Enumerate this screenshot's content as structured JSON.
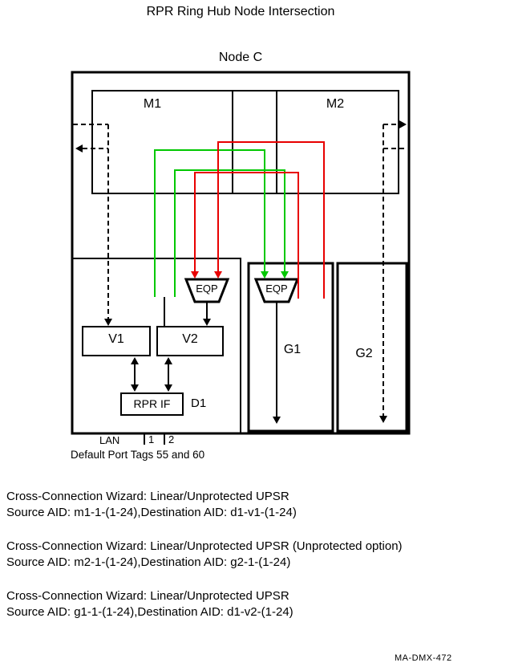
{
  "title": "RPR Ring Hub Node Intersection",
  "node": {
    "label": "Node C",
    "m1": "M1",
    "m2": "M2",
    "v1": "V1",
    "v2": "V2",
    "g1": "G1",
    "g2": "G2",
    "d1": "D1",
    "rpr_if": "RPR IF",
    "eqp_left": "EQP",
    "eqp_right": "EQP"
  },
  "lan": {
    "label": "LAN",
    "port1": "1",
    "port2": "2",
    "note": "Default Port Tags 55 and 60"
  },
  "colors": {
    "path-red": "#e80000",
    "path-green": "#00c800",
    "line-black": "#000000"
  },
  "cross_connections": [
    {
      "wizard": "Cross-Connection Wizard: Linear/Unprotected UPSR",
      "aids": "Source AID: m1-1-(1-24),Destination AID: d1-v1-(1-24)"
    },
    {
      "wizard": "Cross-Connection Wizard: Linear/Unprotected UPSR (Unprotected option)",
      "aids": "Source AID: m2-1-(1-24),Destination AID: g2-1-(1-24)"
    },
    {
      "wizard": "Cross-Connection Wizard: Linear/Unprotected UPSR",
      "aids": "Source AID: g1-1-(1-24),Destination AID: d1-v2-(1-24)"
    }
  ],
  "figure_id": "MA-DMX-472"
}
